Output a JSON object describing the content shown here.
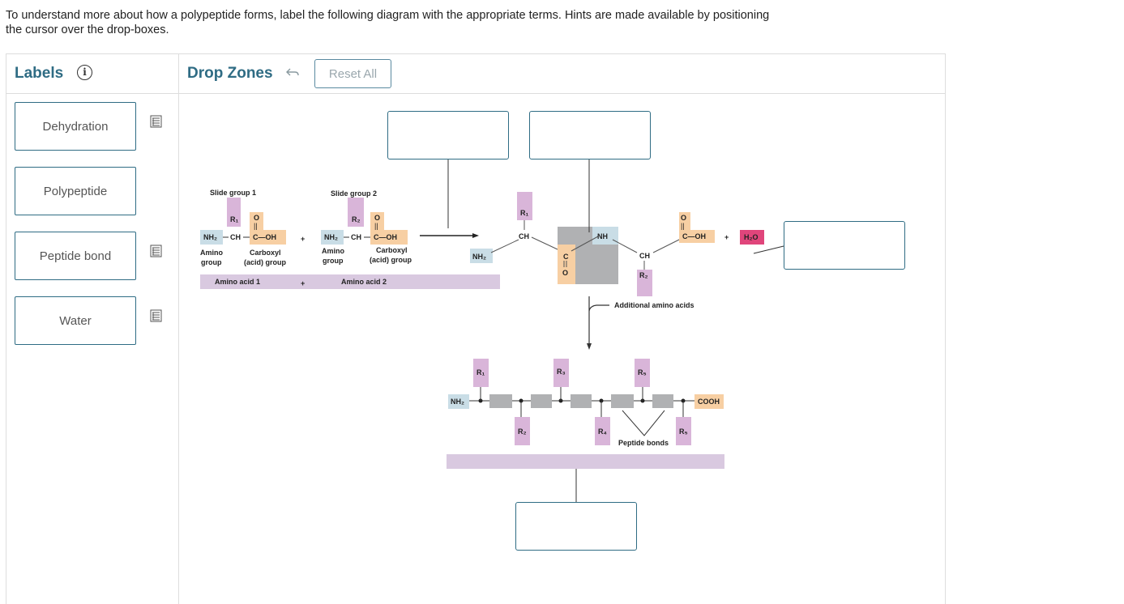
{
  "instructions": "To understand more about how a polypeptide forms, label the following diagram with the appropriate terms. Hints are made available by positioning the cursor over the drop-boxes.",
  "labels_panel": {
    "title": "Labels"
  },
  "drop_zones_panel": {
    "title": "Drop Zones",
    "reset_label": "Reset All"
  },
  "labels": [
    {
      "text": "Dehydration",
      "hint_icon": "document-icon"
    },
    {
      "text": "Polypeptide"
    },
    {
      "text": "Peptide bond",
      "hint_icon": "document-icon"
    },
    {
      "text": "Water",
      "hint_icon": "document-icon"
    }
  ],
  "diagram": {
    "slide_group_1": "Slide group 1",
    "slide_group_2": "Slide group 2",
    "r1": "R₁",
    "r2": "R₂",
    "r3": "R₃",
    "r4": "R₄",
    "r5": "R₅",
    "o": "O",
    "double_bond": "||",
    "nh2": "NH₂",
    "ch": "CH",
    "cooh_part": "C—OH",
    "nh": "NH",
    "c": "C",
    "cooh": "COOH",
    "h2o": "H₂O",
    "amino_group": [
      "Amino",
      "group"
    ],
    "carboxyl_group": [
      "Carboxyl",
      "(acid) group"
    ],
    "plus": "+",
    "amino_acid_1": "Amino acid 1",
    "amino_acid_2": "Amino acid 2",
    "additional_amino_acids": "Additional amino acids",
    "peptide_bonds": "Peptide bonds"
  },
  "colors": {
    "r_group": "#d9b5d9",
    "amino": "#c9dde6",
    "carboxyl": "#f7cfa3",
    "water": "#e0457b",
    "bar": "#d9c9e0",
    "gray": "#b0b1b3",
    "accent": "#2f6c84"
  }
}
